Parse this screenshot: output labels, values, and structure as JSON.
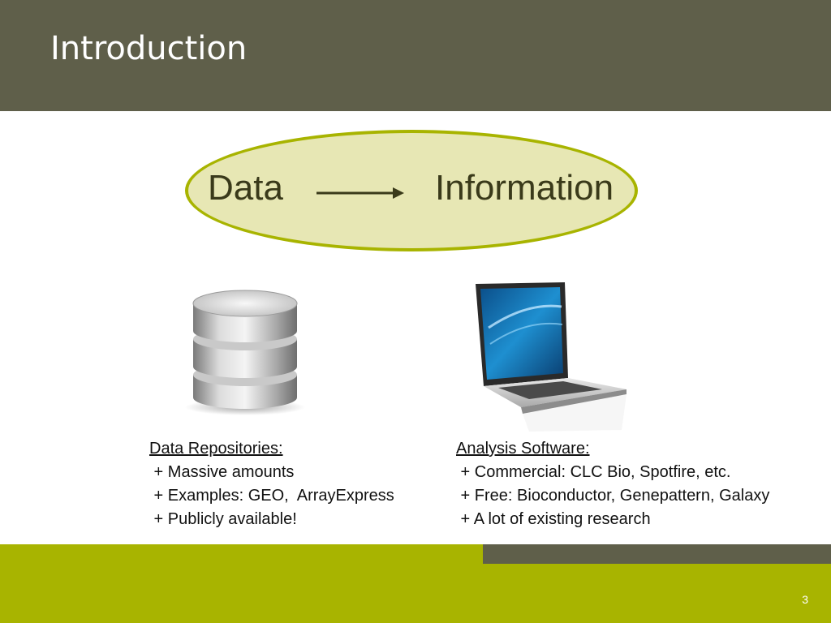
{
  "slide": {
    "title": "Introduction",
    "page_number": "3"
  },
  "diagram": {
    "left_word": "Data",
    "right_word": "Information"
  },
  "repositories": {
    "heading": "Data Repositories:",
    "items": [
      " + Massive amounts",
      " + Examples: GEO,  ArrayExpress",
      " + Publicly available!"
    ]
  },
  "software": {
    "heading": "Analysis Software:",
    "items": [
      " + Commercial: CLC Bio, Spotfire, etc.",
      " + Free: Bioconductor, Genepattern, Galaxy",
      " + A lot of existing research"
    ]
  },
  "icons": {
    "database": "database-icon",
    "laptop": "laptop-icon",
    "arrow": "arrow-right-icon"
  },
  "colors": {
    "header": "#5f5f4a",
    "accent": "#a8b400",
    "ellipse_fill": "#e7e7b4"
  }
}
